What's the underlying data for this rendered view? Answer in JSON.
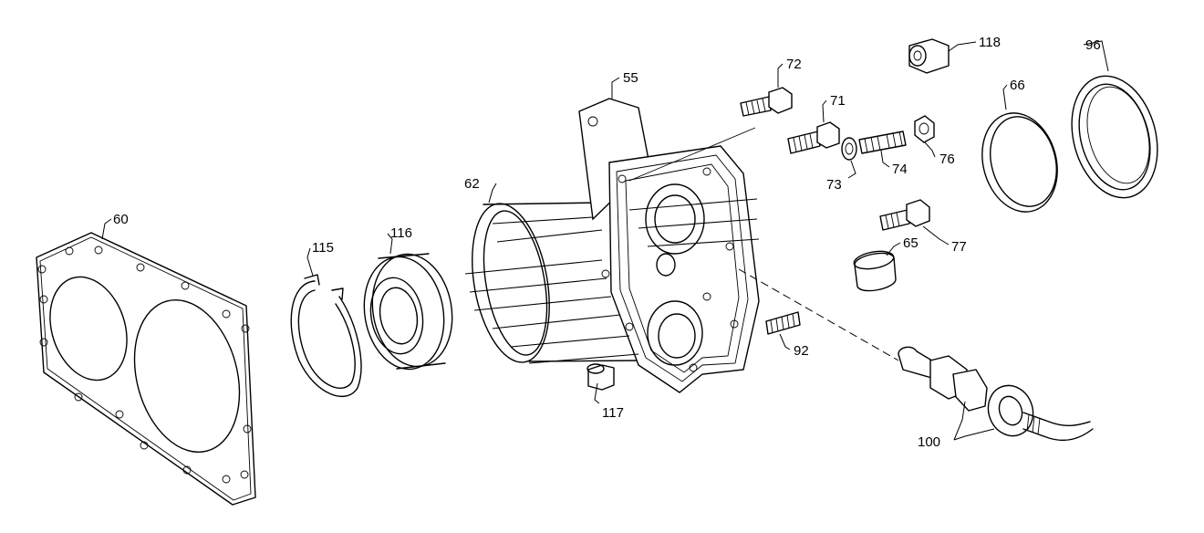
{
  "callouts": {
    "c60": "60",
    "c115": "115",
    "c116": "116",
    "c62": "62",
    "c55": "55",
    "c117": "117",
    "c72": "72",
    "c71": "71",
    "c73": "73",
    "c74": "74",
    "c76": "76",
    "c77": "77",
    "c65": "65",
    "c92": "92",
    "c100": "100",
    "c118": "118",
    "c66": "66",
    "c96": "96"
  }
}
